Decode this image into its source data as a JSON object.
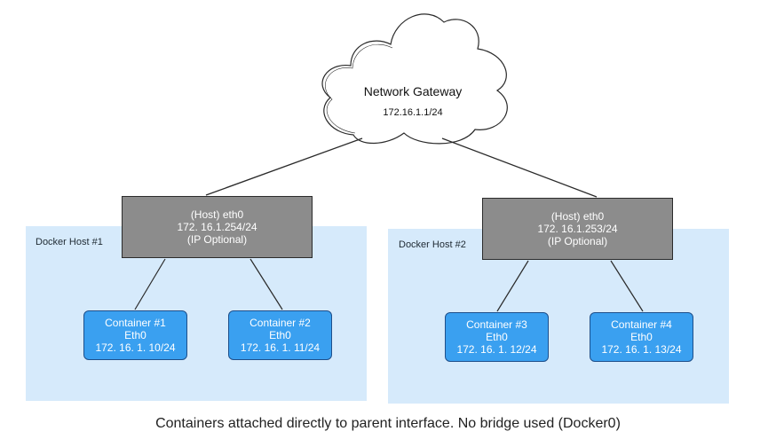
{
  "gateway": {
    "title": "Network Gateway",
    "ip": "172.16.1.1/24"
  },
  "hosts": [
    {
      "label": "Docker Host #1",
      "eth": [
        "(Host) eth0",
        "172. 16.1.254/24",
        "(IP Optional)"
      ],
      "containers": [
        {
          "name": "Container #1",
          "iface": "Eth0",
          "ip": "172. 16. 1. 10/24"
        },
        {
          "name": "Container #2",
          "iface": "Eth0",
          "ip": "172. 16. 1. 11/24"
        }
      ]
    },
    {
      "label": "Docker Host #2",
      "eth": [
        "(Host) eth0",
        "172. 16.1.253/24",
        "(IP Optional)"
      ],
      "containers": [
        {
          "name": "Container #3",
          "iface": "Eth0",
          "ip": "172. 16. 1. 12/24"
        },
        {
          "name": "Container #4",
          "iface": "Eth0",
          "ip": "172. 16. 1. 13/24"
        }
      ]
    }
  ],
  "caption": "Containers attached directly to parent interface. No bridge used (Docker0)"
}
